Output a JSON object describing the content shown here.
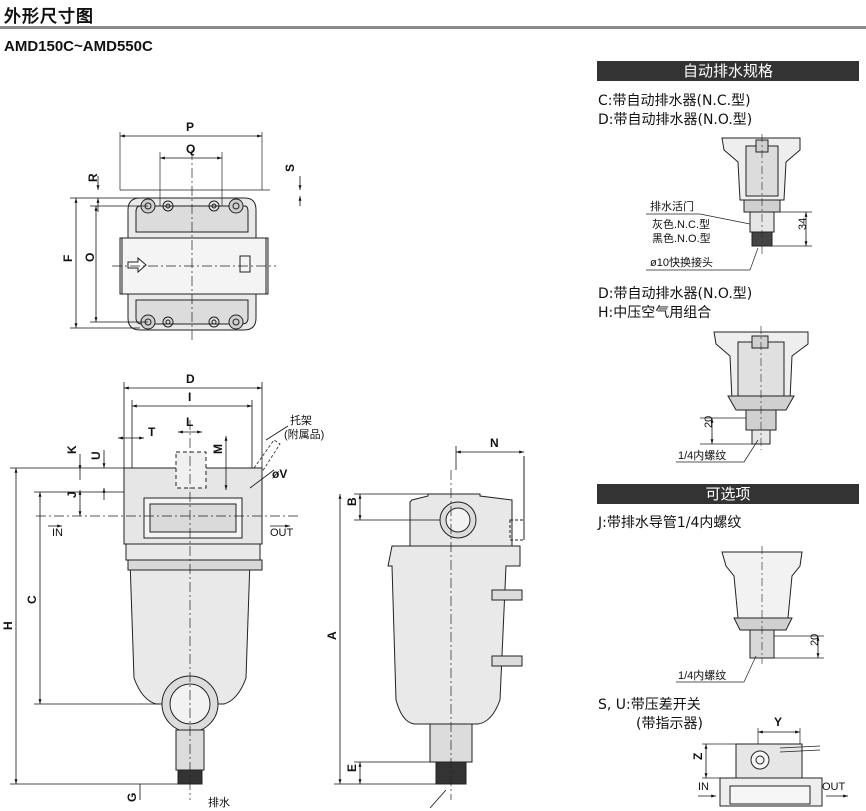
{
  "header": {
    "title": "外形尺寸图",
    "model": "AMD150C~AMD550C"
  },
  "right_panel": {
    "auto_drain_title": "自动排水规格",
    "c_type": "C:带自动排水器(N.C.型)",
    "d_type": "D:带自动排水器(N.O.型)",
    "drain_cock": "排水活门",
    "gray_nc": "灰色.N.C.型",
    "black_no": "黑色.N.O.型",
    "fitting": "ø10快换接头",
    "dim_34": "34",
    "d_type2": "D:带自动排水器(N.O.型)",
    "h_type": "H:中压空气用组合",
    "dim_20a": "20",
    "thread_a": "1/4内螺纹",
    "options_title": "可选项",
    "j_type": "J:带排水导管1/4内螺纹",
    "dim_20b": "20",
    "thread_b": "1/4内螺纹",
    "su_type": "S, U:带压差开关",
    "su_sub": "(带指示器)",
    "dim_y": "Y",
    "dim_z": "Z",
    "in": "IN",
    "out": "OUT"
  },
  "dims": {
    "P": "P",
    "Q": "Q",
    "R": "R",
    "S": "S",
    "F": "F",
    "O": "O",
    "D": "D",
    "I": "I",
    "L": "L",
    "T": "T",
    "K": "K",
    "U": "U",
    "M": "M",
    "J": "J",
    "V": "øV",
    "C": "C",
    "H": "H",
    "G": "G",
    "N": "N",
    "B": "B",
    "A": "A",
    "E": "E"
  },
  "front": {
    "bracket": "托架",
    "bracket_sub": "(附属品)",
    "in": "IN",
    "out": "OUT",
    "drain": "排水"
  }
}
